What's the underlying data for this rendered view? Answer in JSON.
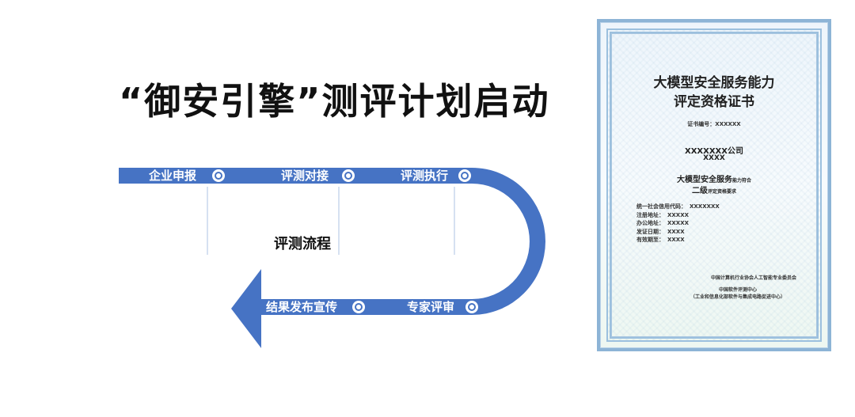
{
  "header": {
    "title": "“御安引擎”测评计划启动"
  },
  "flow": {
    "center_label": "评测流程",
    "stages": [
      {
        "label": "企业申报"
      },
      {
        "label": "评测对接"
      },
      {
        "label": "评测执行"
      },
      {
        "label": "专家评审"
      },
      {
        "label": "结果发布宣传"
      }
    ],
    "colors": {
      "band": "#4673c4",
      "node_fill": "#ffffff",
      "guide": "#c9d7ec"
    }
  },
  "certificate": {
    "title_line1": "大模型安全服务能力",
    "title_line2": "评定资格证书",
    "number_label": "证书编号：",
    "number_value": "XXXXXX",
    "company_line1": "XXXXXXX公司",
    "company_line2": "XXXX",
    "qual_main": "大模型安全服务",
    "qual_small": "能力符合",
    "level_main": "二级",
    "level_small": "评定资格要求",
    "fields": [
      {
        "label": "统一社会信用代码：",
        "value": "XXXXXXX"
      },
      {
        "label": "注册地址：",
        "value": "XXXXX"
      },
      {
        "label": "办公地址：",
        "value": "XXXXX"
      },
      {
        "label": "发证日期：",
        "value": "XXXX"
      },
      {
        "label": "有效期至：",
        "value": "XXXX"
      }
    ],
    "issuer_line1": "中国计算机行业协会人工智能专业委员会",
    "issuer_line2": "中国软件评测中心",
    "issuer_line3": "（工业和信息化部软件与集成电路促进中心）",
    "colors": {
      "border": "#8db4d6"
    }
  }
}
